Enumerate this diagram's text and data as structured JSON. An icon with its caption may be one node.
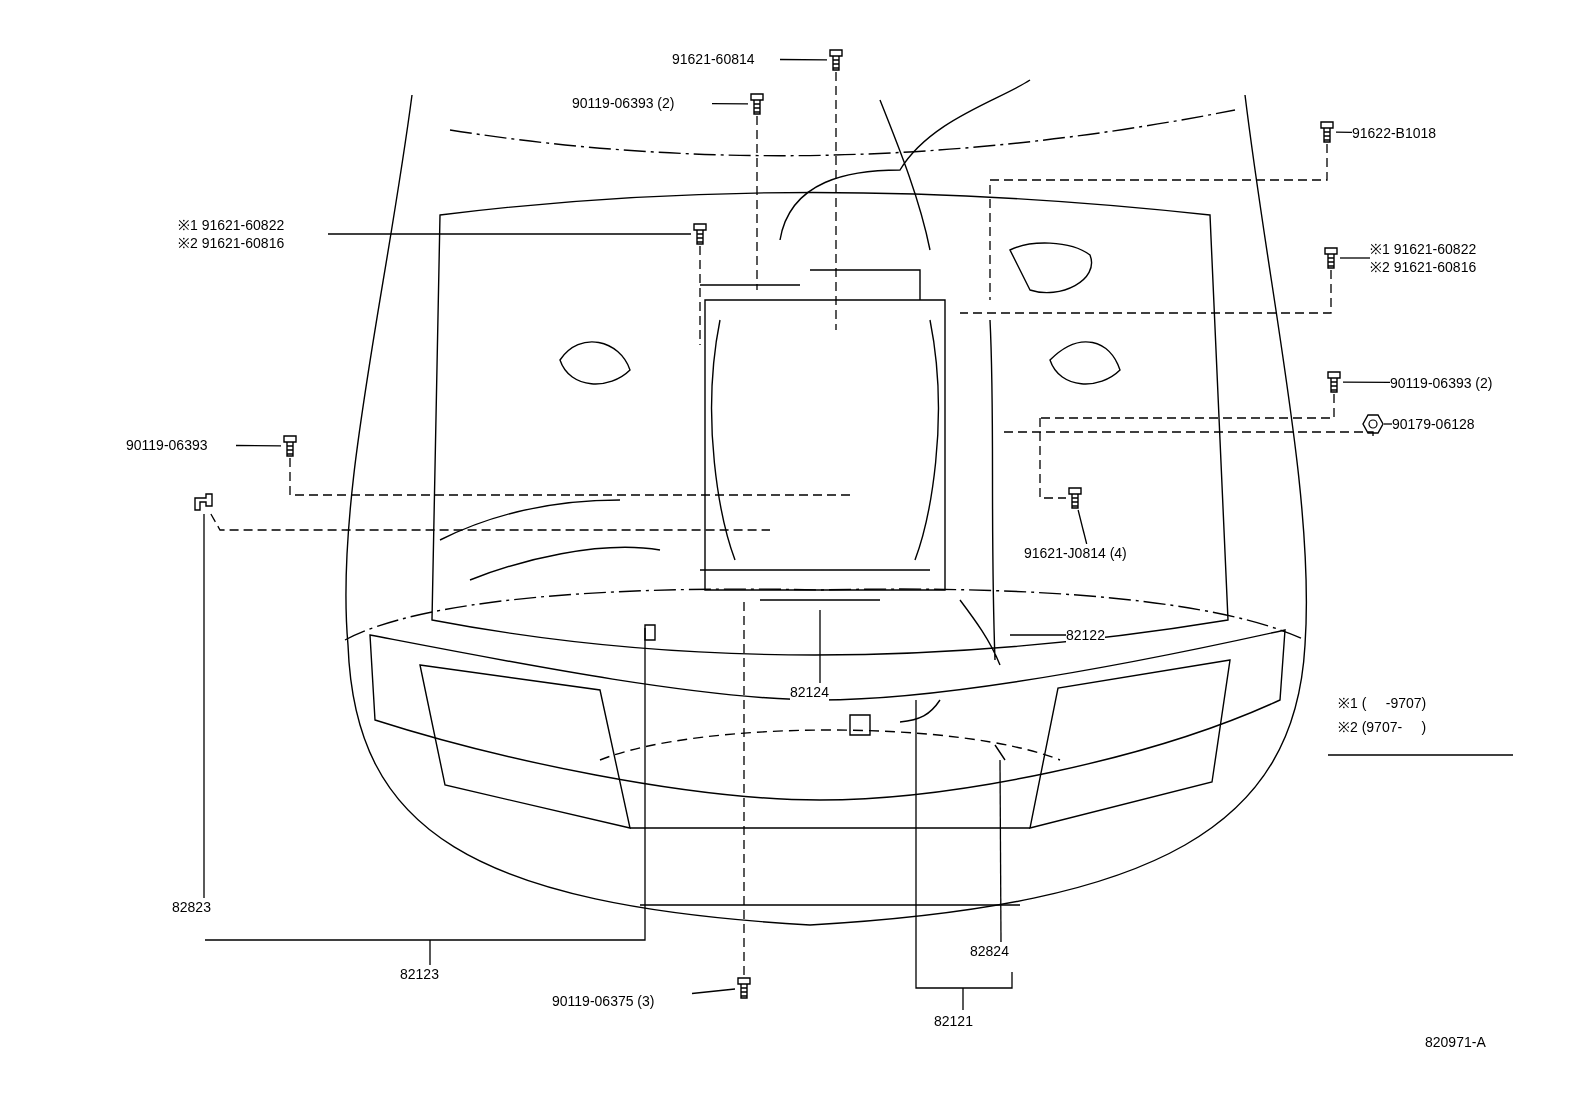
{
  "diagram": {
    "nodes": [
      {
        "text": [
          "91621-60814"
        ]
      },
      {
        "text": [],
        "shape": "bolt"
      },
      {
        "text": [
          "90119-06393 (2)"
        ]
      },
      {
        "text": [],
        "shape": "bolt"
      },
      {
        "text": [
          "※1 91621-60822",
          "※2 91621-60816"
        ]
      },
      {
        "text": [],
        "shape": "bolt"
      },
      {
        "text": [
          "91622-B1018"
        ]
      },
      {
        "text": [],
        "shape": "bolt"
      },
      {
        "text": [
          "※1 91621-60822",
          "※2 91621-60816"
        ]
      },
      {
        "text": [],
        "shape": "bolt"
      },
      {
        "text": [
          "90119-06393 (2)"
        ]
      },
      {
        "text": [],
        "shape": "bolt"
      },
      {
        "text": [
          "90179-06128"
        ]
      },
      {
        "text": [],
        "shape": "nut"
      },
      {
        "text": [
          "90119-06393"
        ]
      },
      {
        "text": [],
        "shape": "bolt"
      },
      {
        "text": [],
        "shape": "clip"
      },
      {
        "text": [
          "82823"
        ]
      },
      {
        "text": [
          "91621-J0814 (4)"
        ]
      },
      {
        "text": [],
        "shape": "bolt"
      },
      {
        "text": [
          "82122"
        ]
      },
      {
        "text": [
          "82124"
        ]
      },
      {
        "text": [
          "82123"
        ]
      },
      {
        "text": [
          "90119-06375 (3)"
        ]
      },
      {
        "text": [],
        "shape": "bolt"
      },
      {
        "text": [
          "82824"
        ]
      },
      {
        "text": [
          "82121"
        ]
      }
    ],
    "edges": [
      {
        "from": 0,
        "to": 1,
        "arrow": "none"
      },
      {
        "from": 2,
        "to": 3,
        "arrow": "none"
      },
      {
        "from": 4,
        "to": 5,
        "arrow": "none"
      },
      {
        "from": 6,
        "to": 7,
        "arrow": "none"
      },
      {
        "from": 8,
        "to": 9,
        "arrow": "none"
      },
      {
        "from": 10,
        "to": 11,
        "arrow": "none"
      },
      {
        "from": 12,
        "to": 13,
        "arrow": "none"
      },
      {
        "from": 14,
        "to": 15,
        "arrow": "none"
      },
      {
        "from": 18,
        "to": 19,
        "arrow": "none"
      },
      {
        "from": 23,
        "to": 24,
        "arrow": "none"
      },
      {
        "from": 17,
        "to": 16,
        "arrow": "none"
      },
      {
        "from": 21,
        "to": null,
        "arrow": "none"
      },
      {
        "from": 20,
        "to": null,
        "arrow": "none"
      },
      {
        "from": 25,
        "to": null,
        "arrow": "none"
      },
      {
        "from": 1,
        "to": null,
        "arrow": "none",
        "style": "dashed"
      },
      {
        "from": 3,
        "to": null,
        "arrow": "none",
        "style": "dashed"
      },
      {
        "from": 5,
        "to": null,
        "arrow": "none",
        "style": "dashed"
      },
      {
        "from": 7,
        "to": null,
        "arrow": "none",
        "style": "dashed"
      },
      {
        "from": 9,
        "to": null,
        "arrow": "none",
        "style": "dashed"
      },
      {
        "from": 11,
        "to": null,
        "arrow": "none",
        "style": "dashed"
      },
      {
        "from": 13,
        "to": null,
        "arrow": "none",
        "style": "dashed"
      },
      {
        "from": null,
        "to": 19,
        "arrow": "none",
        "style": "dashed"
      },
      {
        "from": 15,
        "to": null,
        "arrow": "none",
        "style": "dashed"
      },
      {
        "from": 16,
        "to": null,
        "arrow": "none",
        "style": "dashed"
      },
      {
        "from": 24,
        "to": null,
        "arrow": "none",
        "style": "dashed"
      }
    ],
    "labels": [
      "※1 (     -9707)",
      "※2 (9707-     )",
      "820971-A"
    ]
  }
}
